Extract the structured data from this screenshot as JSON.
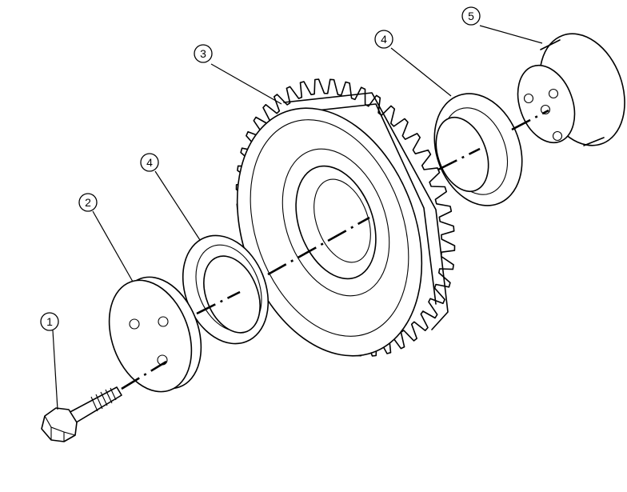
{
  "callouts": [
    {
      "id": "bolt",
      "number": "1"
    },
    {
      "id": "washer-plate",
      "number": "2"
    },
    {
      "id": "gear",
      "number": "3"
    },
    {
      "id": "bushing-front",
      "number": "4"
    },
    {
      "id": "bushing-rear",
      "number": "4"
    },
    {
      "id": "hub",
      "number": "5"
    }
  ]
}
